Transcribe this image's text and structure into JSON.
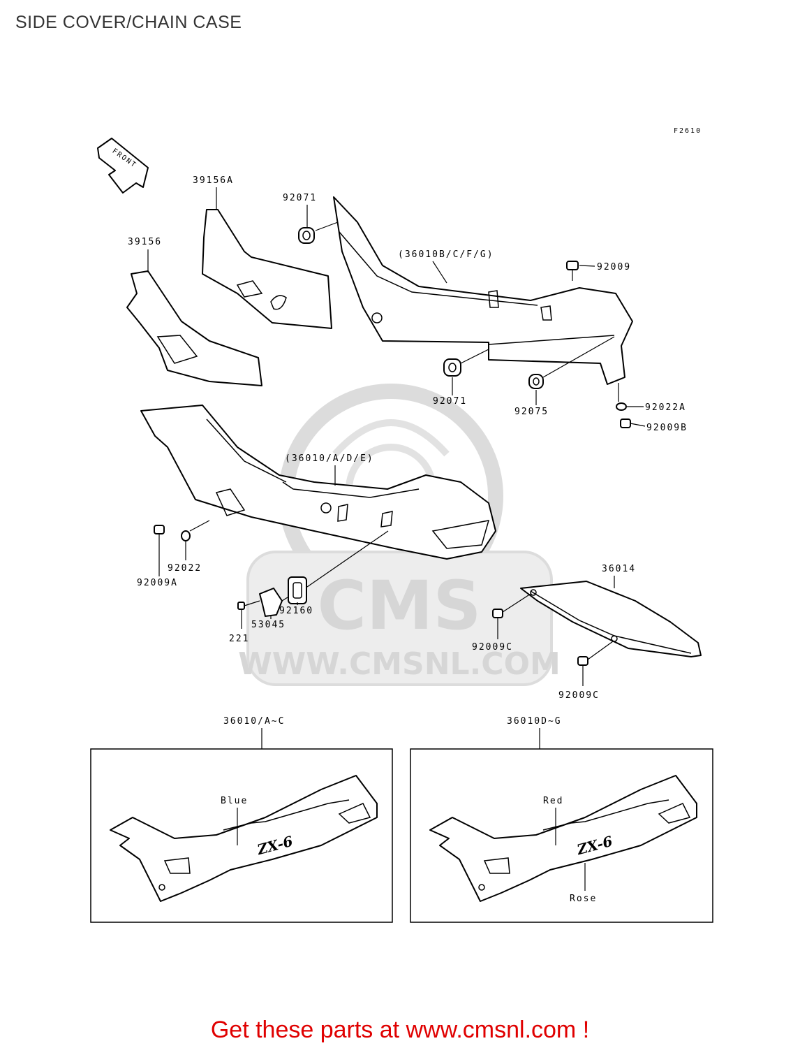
{
  "page": {
    "title": "SIDE COVER/CHAIN CASE",
    "footer": "Get these parts at www.cmsnl.com !"
  },
  "diagram": {
    "figure_code": "F2610",
    "front_marker": "FRONT",
    "watermark": {
      "brand": "CMS",
      "url": "WWW.CMSNL.COM"
    },
    "labels": {
      "p39156A": "39156A",
      "p39156": "39156",
      "p92071_top": "92071",
      "p36010BCFG": "(36010B/C/F/G)",
      "p92009": "92009",
      "p92071_bottom": "92071",
      "p92075": "92075",
      "p92022A": "92022A",
      "p92009B": "92009B",
      "p36010ADE": "(36010/A/D/E)",
      "p92022": "92022",
      "p92009A": "92009A",
      "p92160": "92160",
      "p53045": "53045",
      "p221": "221",
      "p36014": "36014",
      "p92009C_left": "92009C",
      "p92009C_right": "92009C"
    },
    "variants": [
      {
        "code": "36010/A~C",
        "color_labels": [
          "Blue"
        ],
        "decal": "ZX-6"
      },
      {
        "code": "36010D~G",
        "color_labels": [
          "Red",
          "Rose"
        ],
        "decal": "ZX-6"
      }
    ]
  }
}
